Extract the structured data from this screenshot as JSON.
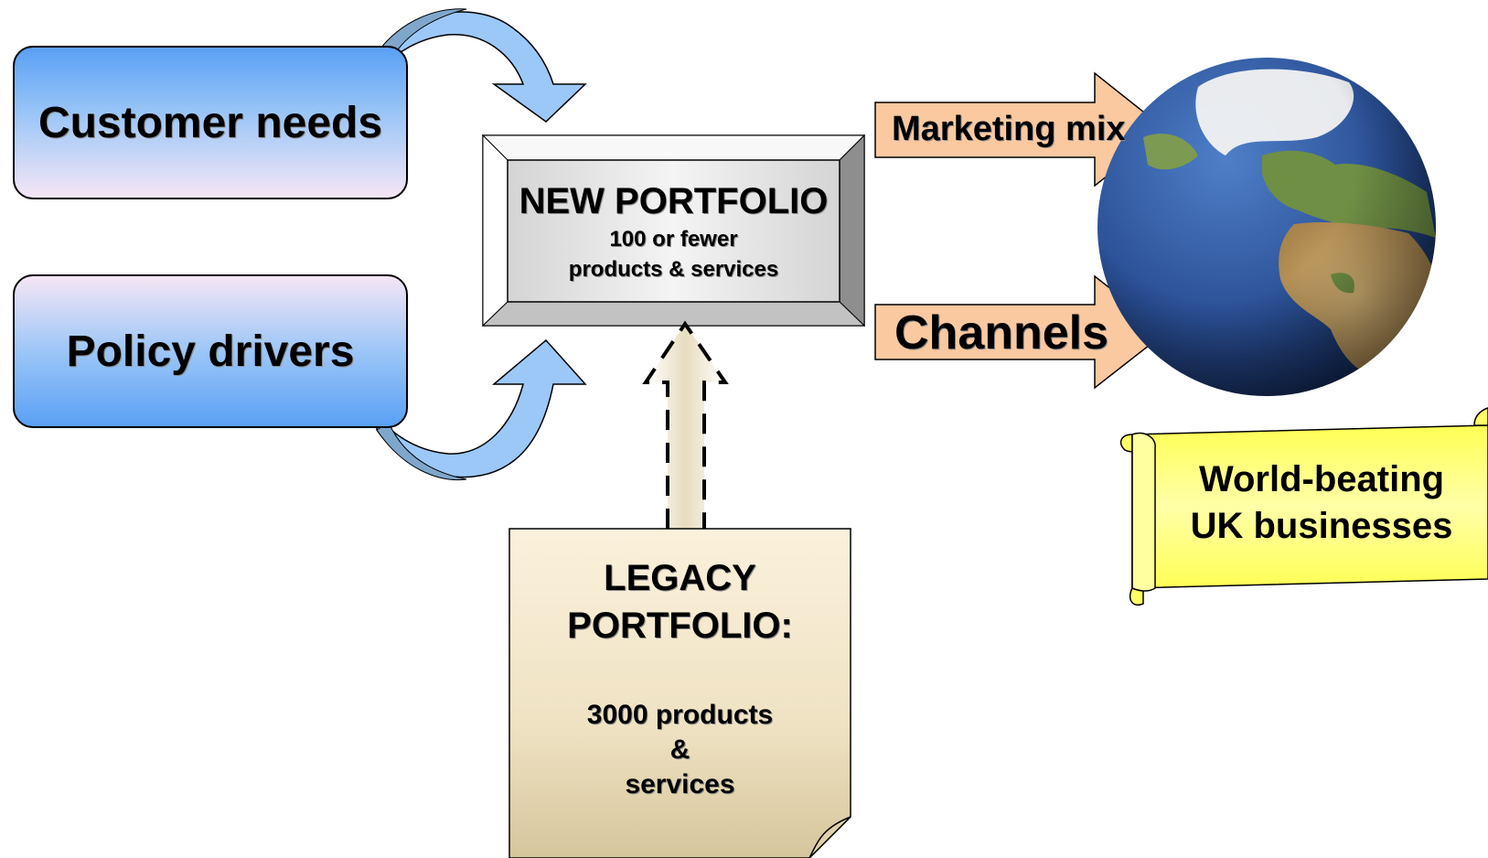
{
  "boxes": {
    "customer_needs": "Customer needs",
    "policy_drivers": "Policy drivers"
  },
  "new_portfolio": {
    "title": "NEW PORTFOLIO",
    "line1": "100 or fewer",
    "line2": "products & services"
  },
  "legacy_portfolio": {
    "title_line1": "LEGACY",
    "title_line2": "PORTFOLIO:",
    "line1": "3000 products",
    "line2": "&",
    "line3": "services"
  },
  "arrows": {
    "marketing_mix": "Marketing mix",
    "channels": "Channels"
  },
  "scroll": {
    "line1": "World-beating",
    "line2": "UK businesses"
  },
  "colors": {
    "box_blue": "#5aa0f5",
    "curved_arrow_fill": "#9cc8f8",
    "curved_arrow_back": "#7fa7cc",
    "orange_arrow": "#fbc9a0",
    "legacy_paper": "#f3e6c8",
    "scroll_yellow": "#ffff66",
    "bevel_face": "#e0e0e0"
  }
}
